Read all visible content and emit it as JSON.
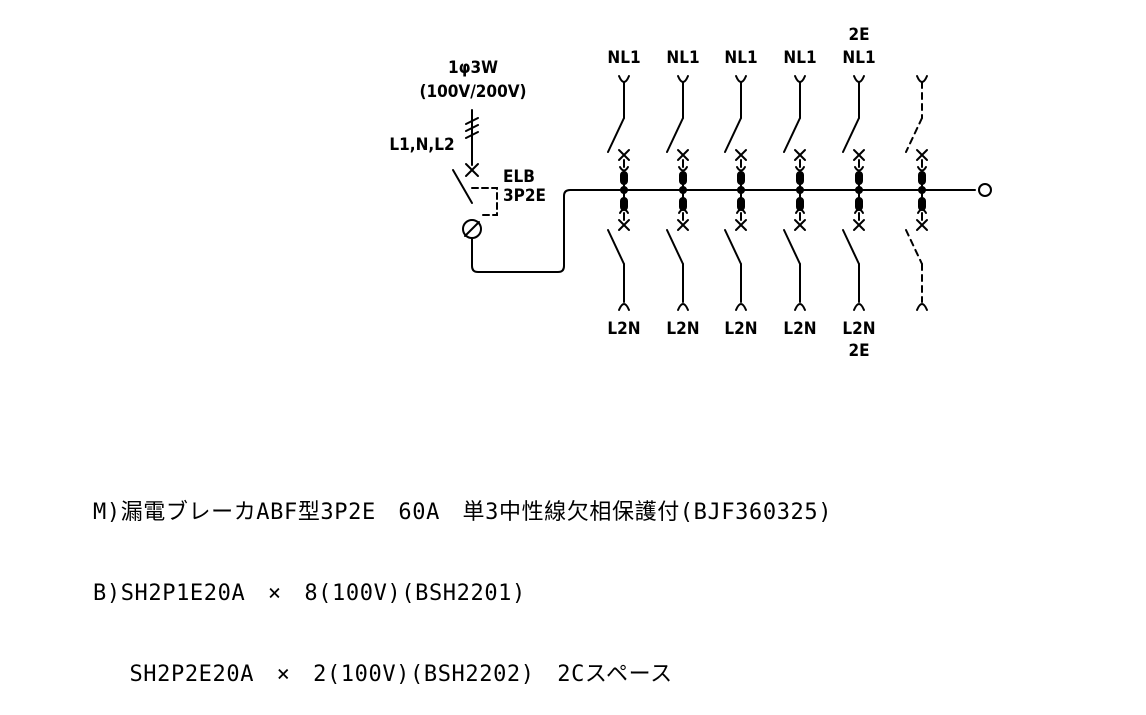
{
  "supply": {
    "phase_label": "1φ3W",
    "voltage_label": "(100V/200V)",
    "lines_label": "L1,N,L2"
  },
  "main_breaker": {
    "name": "ELB",
    "type": "3P2E"
  },
  "branches_top": [
    "NL1",
    "NL1",
    "NL1",
    "NL1",
    "NL1",
    ""
  ],
  "branches_top_extra": [
    "",
    "",
    "",
    "",
    "2E",
    ""
  ],
  "branches_bottom": [
    "L2N",
    "L2N",
    "L2N",
    "L2N",
    "L2N",
    ""
  ],
  "branches_bottom_extra": [
    "",
    "",
    "",
    "",
    "2E",
    ""
  ],
  "spec": {
    "line1": "M)漏電ブレーカABF型3P2E　60A　単3中性線欠相保護付(BJF360325)",
    "line2": "B)SH2P1E20A　×　8(100V)(BSH2201)",
    "line3": "　 SH2P2E20A　×　2(100V)(BSH2202)　2Cスペース"
  }
}
